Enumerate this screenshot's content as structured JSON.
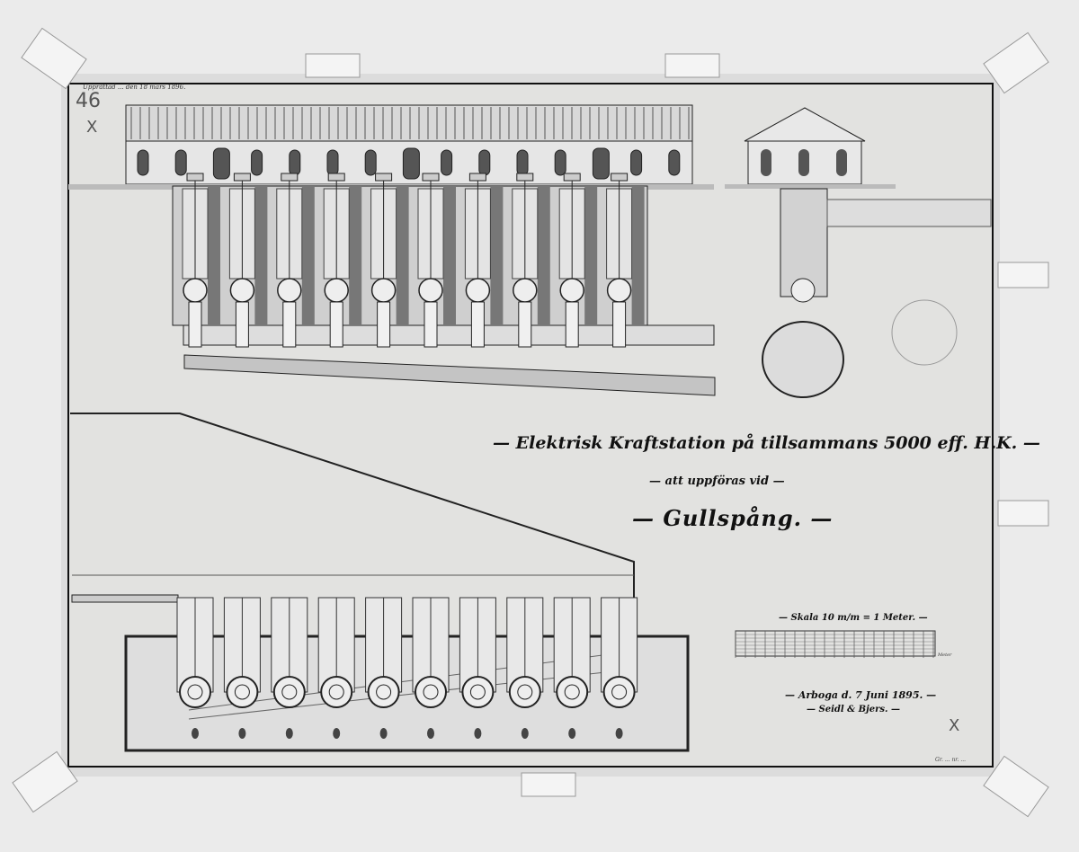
{
  "drawing": {
    "title_line1": "— Elektrisk Kraftstation på tillsammans 5000 eff. H.K. —",
    "title_line2": "— att uppföras vid —",
    "title_place": "— Gullspång. —",
    "scale_label": "— Skala 10 m/m = 1 Meter. —",
    "scale_unit": "Meter",
    "date_line": "— Arboga d. 7 Juni 1895. —",
    "firm_line": "— Seidl & Bjers. —",
    "top_note": "Upprättad ... den 18 mars 1896.",
    "archive_number": "46",
    "mark_x_top": "X",
    "mark_x_bottom": "X",
    "signature": "Gr. ... nr. ...",
    "turbine_count": 10
  }
}
